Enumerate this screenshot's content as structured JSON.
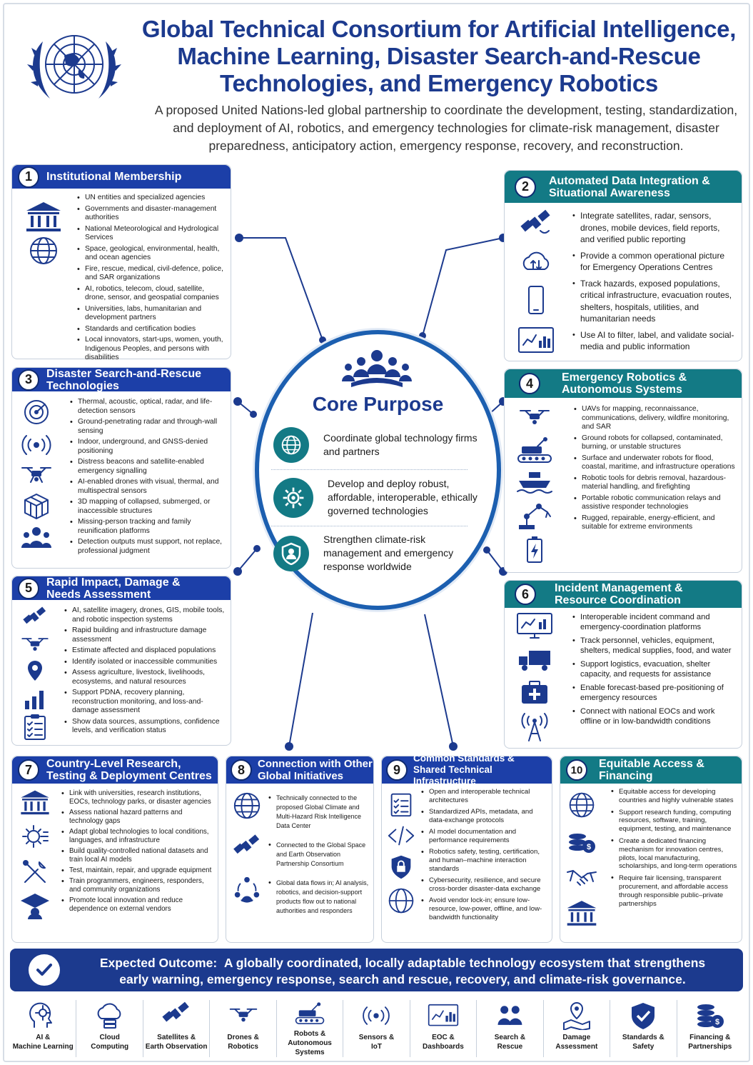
{
  "header": {
    "title_line1": "Global Technical Consortium for Artificial Intelligence,",
    "title_line2": "Machine Learning, Disaster Search-and-Rescue",
    "title_line3": "Technologies, and Emergency Robotics",
    "subtitle": "A proposed United Nations-led global partnership to coordinate the development, testing, standardization, and deployment of AI, robotics, and emergency technologies for climate-risk management, disaster preparedness, anticipatory action, emergency response, recovery, and reconstruction."
  },
  "colors": {
    "primary": "#1c3a8e",
    "header_blue": "#1c3fa8",
    "teal": "#137a85"
  },
  "panels": {
    "p1": {
      "num": "1",
      "title": "Institutional Membership",
      "icons": [
        "institution-icon",
        "globe-icon"
      ],
      "items": [
        "UN entities and specialized agencies",
        "Governments and disaster-management authorities",
        "National Meteorological and Hydrological Services",
        "Space, geological, environmental, health, and ocean agencies",
        "Fire, rescue, medical, civil-defence, police, and SAR organizations",
        "AI, robotics, telecom, cloud, satellite, drone, sensor, and geospatial companies",
        "Universities, labs, humanitarian and development partners",
        "Standards and certification bodies",
        "Local innovators, start-ups, women, youth, Indigenous Peoples, and persons with disabilities"
      ]
    },
    "p2": {
      "num": "2",
      "title_line1": "Automated Data Integration &",
      "title_line2": "Situational Awareness",
      "icons": [
        "satellite-icon",
        "cloud-sync-icon",
        "mobile-icon",
        "dashboard-icon"
      ],
      "items": [
        "Integrate satellites, radar, sensors, drones, mobile devices, field reports, and verified public reporting",
        "Provide a common operational picture for Emergency Operations Centres",
        "Track hazards, exposed populations, critical infrastructure, evacuation routes, shelters, hospitals, utilities, and humanitarian needs",
        "Use AI to filter, label, and validate social-media and public information"
      ]
    },
    "p3": {
      "num": "3",
      "title_line1": "Disaster Search-and-Rescue",
      "title_line2": "Technologies",
      "icons": [
        "radar-icon",
        "signal-icon",
        "drone-icon",
        "cube-3d-icon",
        "people-icon"
      ],
      "items": [
        "Thermal, acoustic, optical, radar, and life-detection sensors",
        "Ground-penetrating radar and through-wall sensing",
        "Indoor, underground, and GNSS-denied positioning",
        "Distress beacons and satellite-enabled emergency signalling",
        "AI-enabled drones with visual, thermal, and multispectral sensors",
        "3D mapping of collapsed, submerged, or inaccessible structures",
        "Missing-person tracking and family reunification platforms",
        "Detection outputs must support, not replace, professional judgment"
      ]
    },
    "p4": {
      "num": "4",
      "title_line1": "Emergency Robotics &",
      "title_line2": "Autonomous Systems",
      "icons": [
        "drone-icon",
        "ground-robot-icon",
        "boat-icon",
        "robot-arm-icon",
        "battery-icon"
      ],
      "items": [
        "UAVs for mapping, reconnaissance, communications, delivery, wildfire monitoring, and SAR",
        "Ground robots for collapsed, contaminated, burning, or unstable structures",
        "Surface and underwater robots for flood, coastal, maritime, and infrastructure operations",
        "Robotic tools for debris removal, hazardous-material handling, and firefighting",
        "Portable robotic communication relays and assistive responder technologies",
        "Rugged, repairable, energy-efficient, and suitable for extreme environments"
      ]
    },
    "p5": {
      "num": "5",
      "title_line1": "Rapid Impact, Damage &",
      "title_line2": "Needs Assessment",
      "icons": [
        "satellite-icon",
        "drone-icon",
        "map-pin-icon",
        "bar-chart-icon",
        "checklist-icon"
      ],
      "items": [
        "AI, satellite imagery, drones, GIS, mobile tools, and robotic inspection systems",
        "Rapid building and infrastructure damage assessment",
        "Estimate affected and displaced populations",
        "Identify isolated or inaccessible communities",
        "Assess agriculture, livestock, livelihoods, ecosystems, and natural resources",
        "Support PDNA, recovery planning, reconstruction monitoring, and loss-and-damage assessment",
        "Show data sources, assumptions, confidence levels, and verification status"
      ]
    },
    "p6": {
      "num": "6",
      "title_line1": "Incident Management &",
      "title_line2": "Resource Coordination",
      "icons": [
        "monitor-icon",
        "truck-icon",
        "medkit-icon",
        "radio-tower-icon"
      ],
      "items": [
        "Interoperable incident command and emergency-coordination platforms",
        "Track personnel, vehicles, equipment, shelters, medical supplies, food, and water",
        "Support logistics, evacuation, shelter capacity, and requests for assistance",
        "Enable forecast-based pre-positioning of emergency resources",
        "Connect with national EOCs and work offline or in low-bandwidth conditions"
      ]
    },
    "p7": {
      "num": "7",
      "title_line1": "Country-Level Research,",
      "title_line2": "Testing & Deployment Centres",
      "icons": [
        "institution-icon",
        "gear-chip-icon",
        "tools-icon",
        "graduation-icon"
      ],
      "items": [
        "Link with universities, research institutions, EOCs, technology parks, or disaster agencies",
        "Assess national hazard patterns and technology gaps",
        "Adapt global technologies to local conditions, languages, and infrastructure",
        "Build quality-controlled national datasets and train local AI models",
        "Test, maintain, repair, and upgrade equipment",
        "Train programmers, engineers, responders, and community organizations",
        "Promote local innovation and reduce dependence on external vendors"
      ]
    },
    "p8": {
      "num": "8",
      "title_line1": "Connection with Other",
      "title_line2": "Global Initiatives",
      "icons": [
        "globe-icon",
        "satellite-icon",
        "cycle-people-icon"
      ],
      "items": [
        "Technically connected to the proposed Global Climate and Multi-Hazard Risk Intelligence Data Center",
        "Connected to the Global Space and Earth Observation Partnership Consortium",
        "Global data flows in; AI analysis, robotics, and decision-support products flow out to national authorities and responders"
      ]
    },
    "p9": {
      "num": "9",
      "title_line1": "Common Standards &",
      "title_line2": "Shared Technical Infrastructure",
      "icons": [
        "checklist-icon",
        "code-icon",
        "lock-icon",
        "globe-icon"
      ],
      "items": [
        "Open and interoperable technical architectures",
        "Standardized APIs, metadata, and data-exchange protocols",
        "AI model documentation and performance requirements",
        "Robotics safety, testing, certification, and human–machine interaction standards",
        "Cybersecurity, resilience, and secure cross-border disaster-data exchange",
        "Avoid vendor lock-in; ensure low-resource, low-power, offline, and low-bandwidth functionality"
      ]
    },
    "p10": {
      "num": "10",
      "title_line1": "Equitable Access &",
      "title_line2": "Financing",
      "icons": [
        "globe-icon",
        "coins-icon",
        "handshake-icon",
        "institution-icon"
      ],
      "items": [
        "Equitable access for developing countries and highly vulnerable states",
        "Support research funding, computing resources, software, training, equipment, testing, and maintenance",
        "Create a dedicated financing mechanism for innovation centres, pilots, local manufacturing, scholarships, and long-term operations",
        "Require fair licensing, transparent procurement, and affordable access through responsible public–private partnerships"
      ]
    }
  },
  "core": {
    "title": "Core Purpose",
    "items": [
      {
        "icon": "globe-icon",
        "text": "Coordinate global technology firms and partners"
      },
      {
        "icon": "gear-ai-icon",
        "text": "Develop and deploy robust, affordable, interoperable, ethically governed technologies"
      },
      {
        "icon": "shield-person-icon",
        "text": "Strengthen climate-risk management and emergency response worldwide"
      }
    ]
  },
  "outcome": {
    "label": "Expected Outcome:",
    "text_line1": "A globally coordinated, locally adaptable technology ecosystem that strengthens",
    "text_line2": "early warning, emergency response, search and rescue, recovery, and climate-risk governance."
  },
  "footer": [
    {
      "icon": "ai-head-icon",
      "line1": "AI &",
      "line2": "Machine Learning"
    },
    {
      "icon": "cloud-icon",
      "line1": "Cloud",
      "line2": "Computing"
    },
    {
      "icon": "satellite-icon",
      "line1": "Satellites &",
      "line2": "Earth Observation"
    },
    {
      "icon": "drone-icon",
      "line1": "Drones &",
      "line2": "Robotics"
    },
    {
      "icon": "ground-robot-icon",
      "line1": "Robots &",
      "line2": "Autonomous Systems"
    },
    {
      "icon": "signal-icon",
      "line1": "Sensors &",
      "line2": "IoT"
    },
    {
      "icon": "dashboard-icon",
      "line1": "EOC &",
      "line2": "Dashboards"
    },
    {
      "icon": "people-icon",
      "line1": "Search &",
      "line2": "Rescue"
    },
    {
      "icon": "map-pin-icon",
      "line1": "Damage",
      "line2": "Assessment"
    },
    {
      "icon": "shield-check-icon",
      "line1": "Standards &",
      "line2": "Safety"
    },
    {
      "icon": "coins-icon",
      "line1": "Financing &",
      "line2": "Partnerships"
    }
  ]
}
